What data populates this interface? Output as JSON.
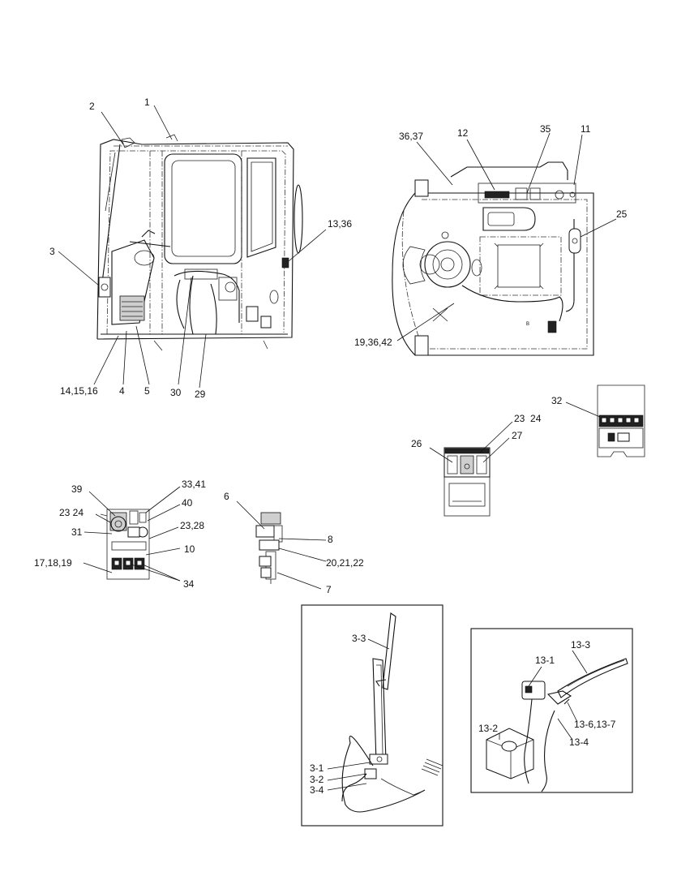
{
  "callouts": {
    "c1": "1",
    "c2": "2",
    "c3": "3",
    "c13_36": "13,36",
    "c14_15_16": "14,15,16",
    "c4": "4",
    "c5": "5",
    "c30": "30",
    "c29": "29",
    "c36_37": "36,37",
    "c12": "12",
    "c35": "35",
    "c11": "11",
    "c25": "25",
    "c19_36_42": "19,36,42",
    "c32": "32",
    "c23_24_a": "23  24",
    "c26": "26",
    "c27": "27",
    "c39": "39",
    "c33_41": "33,41",
    "c40": "40",
    "c23_24_b": "23 24",
    "c23_28": "23,28",
    "c31": "31",
    "c10": "10",
    "c17_18_19": "17,18,19",
    "c34": "34",
    "c6": "6",
    "c8": "8",
    "c20_21_22": "20,21,22",
    "c7": "7",
    "c3_3": "3-3",
    "c3_1": "3-1",
    "c3_2": "3-2",
    "c3_4": "3-4",
    "c13_3": "13-3",
    "c13_1": "13-1",
    "c13_6_13_7": "13-6,13-7",
    "c13_2": "13-2",
    "c13_4": "13-4"
  }
}
